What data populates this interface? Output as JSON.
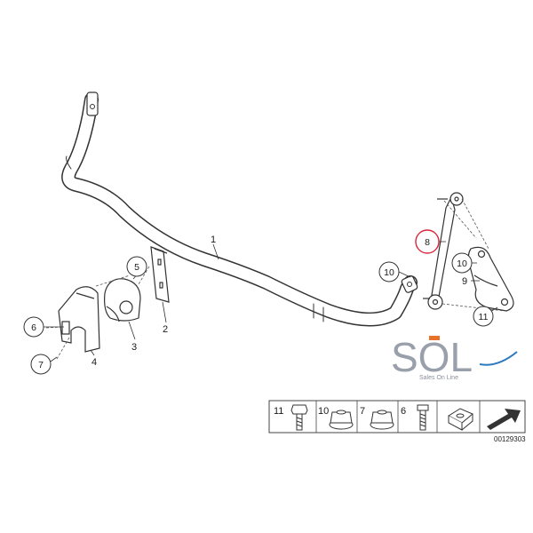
{
  "parts": {
    "p1": "1",
    "p2": "2",
    "p3": "3",
    "p4": "4",
    "p5": "5",
    "p6": "6",
    "p7": "7",
    "p8": "8",
    "p9": "9",
    "p10": "10",
    "p10b": "10",
    "p11": "11"
  },
  "legend": {
    "items": [
      {
        "num": "11",
        "icon": "hex-bolt-icon"
      },
      {
        "num": "10",
        "icon": "flange-nut-icon"
      },
      {
        "num": "7",
        "icon": "flange-nut-icon"
      },
      {
        "num": "6",
        "icon": "screw-icon"
      },
      {
        "num": "",
        "icon": "square-nut-icon"
      }
    ]
  },
  "catalog_number": "00129303",
  "logo": {
    "letters": "SOL",
    "tagline": "Sales On Line",
    "color": "#9aa0ab",
    "accent": "#e8722a",
    "swoosh": "#2a7ac0"
  },
  "highlight_color": "#d9263a"
}
